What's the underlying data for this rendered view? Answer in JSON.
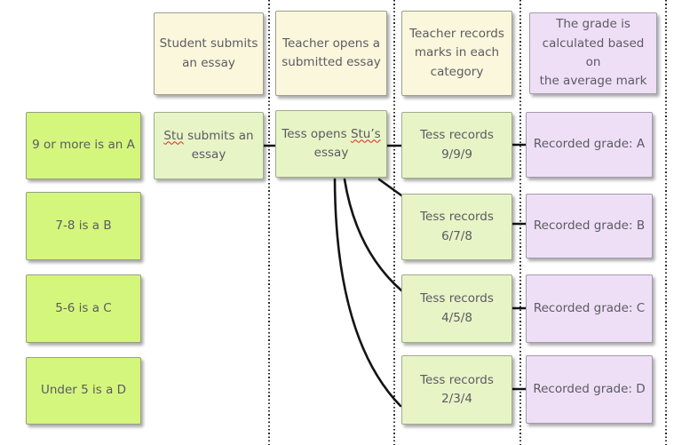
{
  "palette": {
    "sticky_cream": "#fbf7dc",
    "sticky_green_bright": "#d4f67d",
    "sticky_green_pale": "#e7f4c6",
    "sticky_purple": "#eedff7",
    "text": "#5b5b62",
    "connector": "#141414",
    "separator": "#2b2b2b",
    "squiggle_red": "#e02424"
  },
  "header_notes": [
    {
      "text": "Student submits\nan essay"
    },
    {
      "text": "Teacher opens a\nsubmitted essay"
    },
    {
      "text": "Teacher records\nmarks in each\ncategory"
    },
    {
      "text": "The grade is\ncalculated based on\nthe average mark"
    }
  ],
  "grade_rules": [
    {
      "text": "9 or more is an A"
    },
    {
      "text": "7-8 is a B"
    },
    {
      "text": "5-6 is a C"
    },
    {
      "text": "Under 5 is a D"
    }
  ],
  "events": {
    "stu_submits": {
      "misspelled": "Stu",
      "rest": " submits an\nessay"
    },
    "tess_opens": {
      "pre": "Tess opens ",
      "misspelled": "Stu’s",
      "rest": "\nessay"
    },
    "records": [
      {
        "text": "Tess records\n9/9/9"
      },
      {
        "text": "Tess records\n6/7/8"
      },
      {
        "text": "Tess records\n4/5/8"
      },
      {
        "text": "Tess records\n2/3/4"
      }
    ]
  },
  "results": [
    {
      "text": "Recorded grade: A"
    },
    {
      "text": "Recorded grade: B"
    },
    {
      "text": "Recorded grade: C"
    },
    {
      "text": "Recorded grade: D"
    }
  ],
  "connections": [
    {
      "from": "Stu submits an essay",
      "to": "Tess opens Stu’s essay"
    },
    {
      "from": "Tess opens Stu’s essay",
      "to": "Tess records 9/9/9"
    },
    {
      "from": "Tess opens Stu’s essay",
      "to": "Tess records 6/7/8"
    },
    {
      "from": "Tess opens Stu’s essay",
      "to": "Tess records 4/5/8"
    },
    {
      "from": "Tess opens Stu’s essay",
      "to": "Tess records 2/3/4"
    },
    {
      "from": "Tess records 9/9/9",
      "to": "Recorded grade: A"
    },
    {
      "from": "Tess records 6/7/8",
      "to": "Recorded grade: B"
    },
    {
      "from": "Tess records 4/5/8",
      "to": "Recorded grade: C"
    },
    {
      "from": "Tess records 2/3/4",
      "to": "Recorded grade: D"
    }
  ]
}
